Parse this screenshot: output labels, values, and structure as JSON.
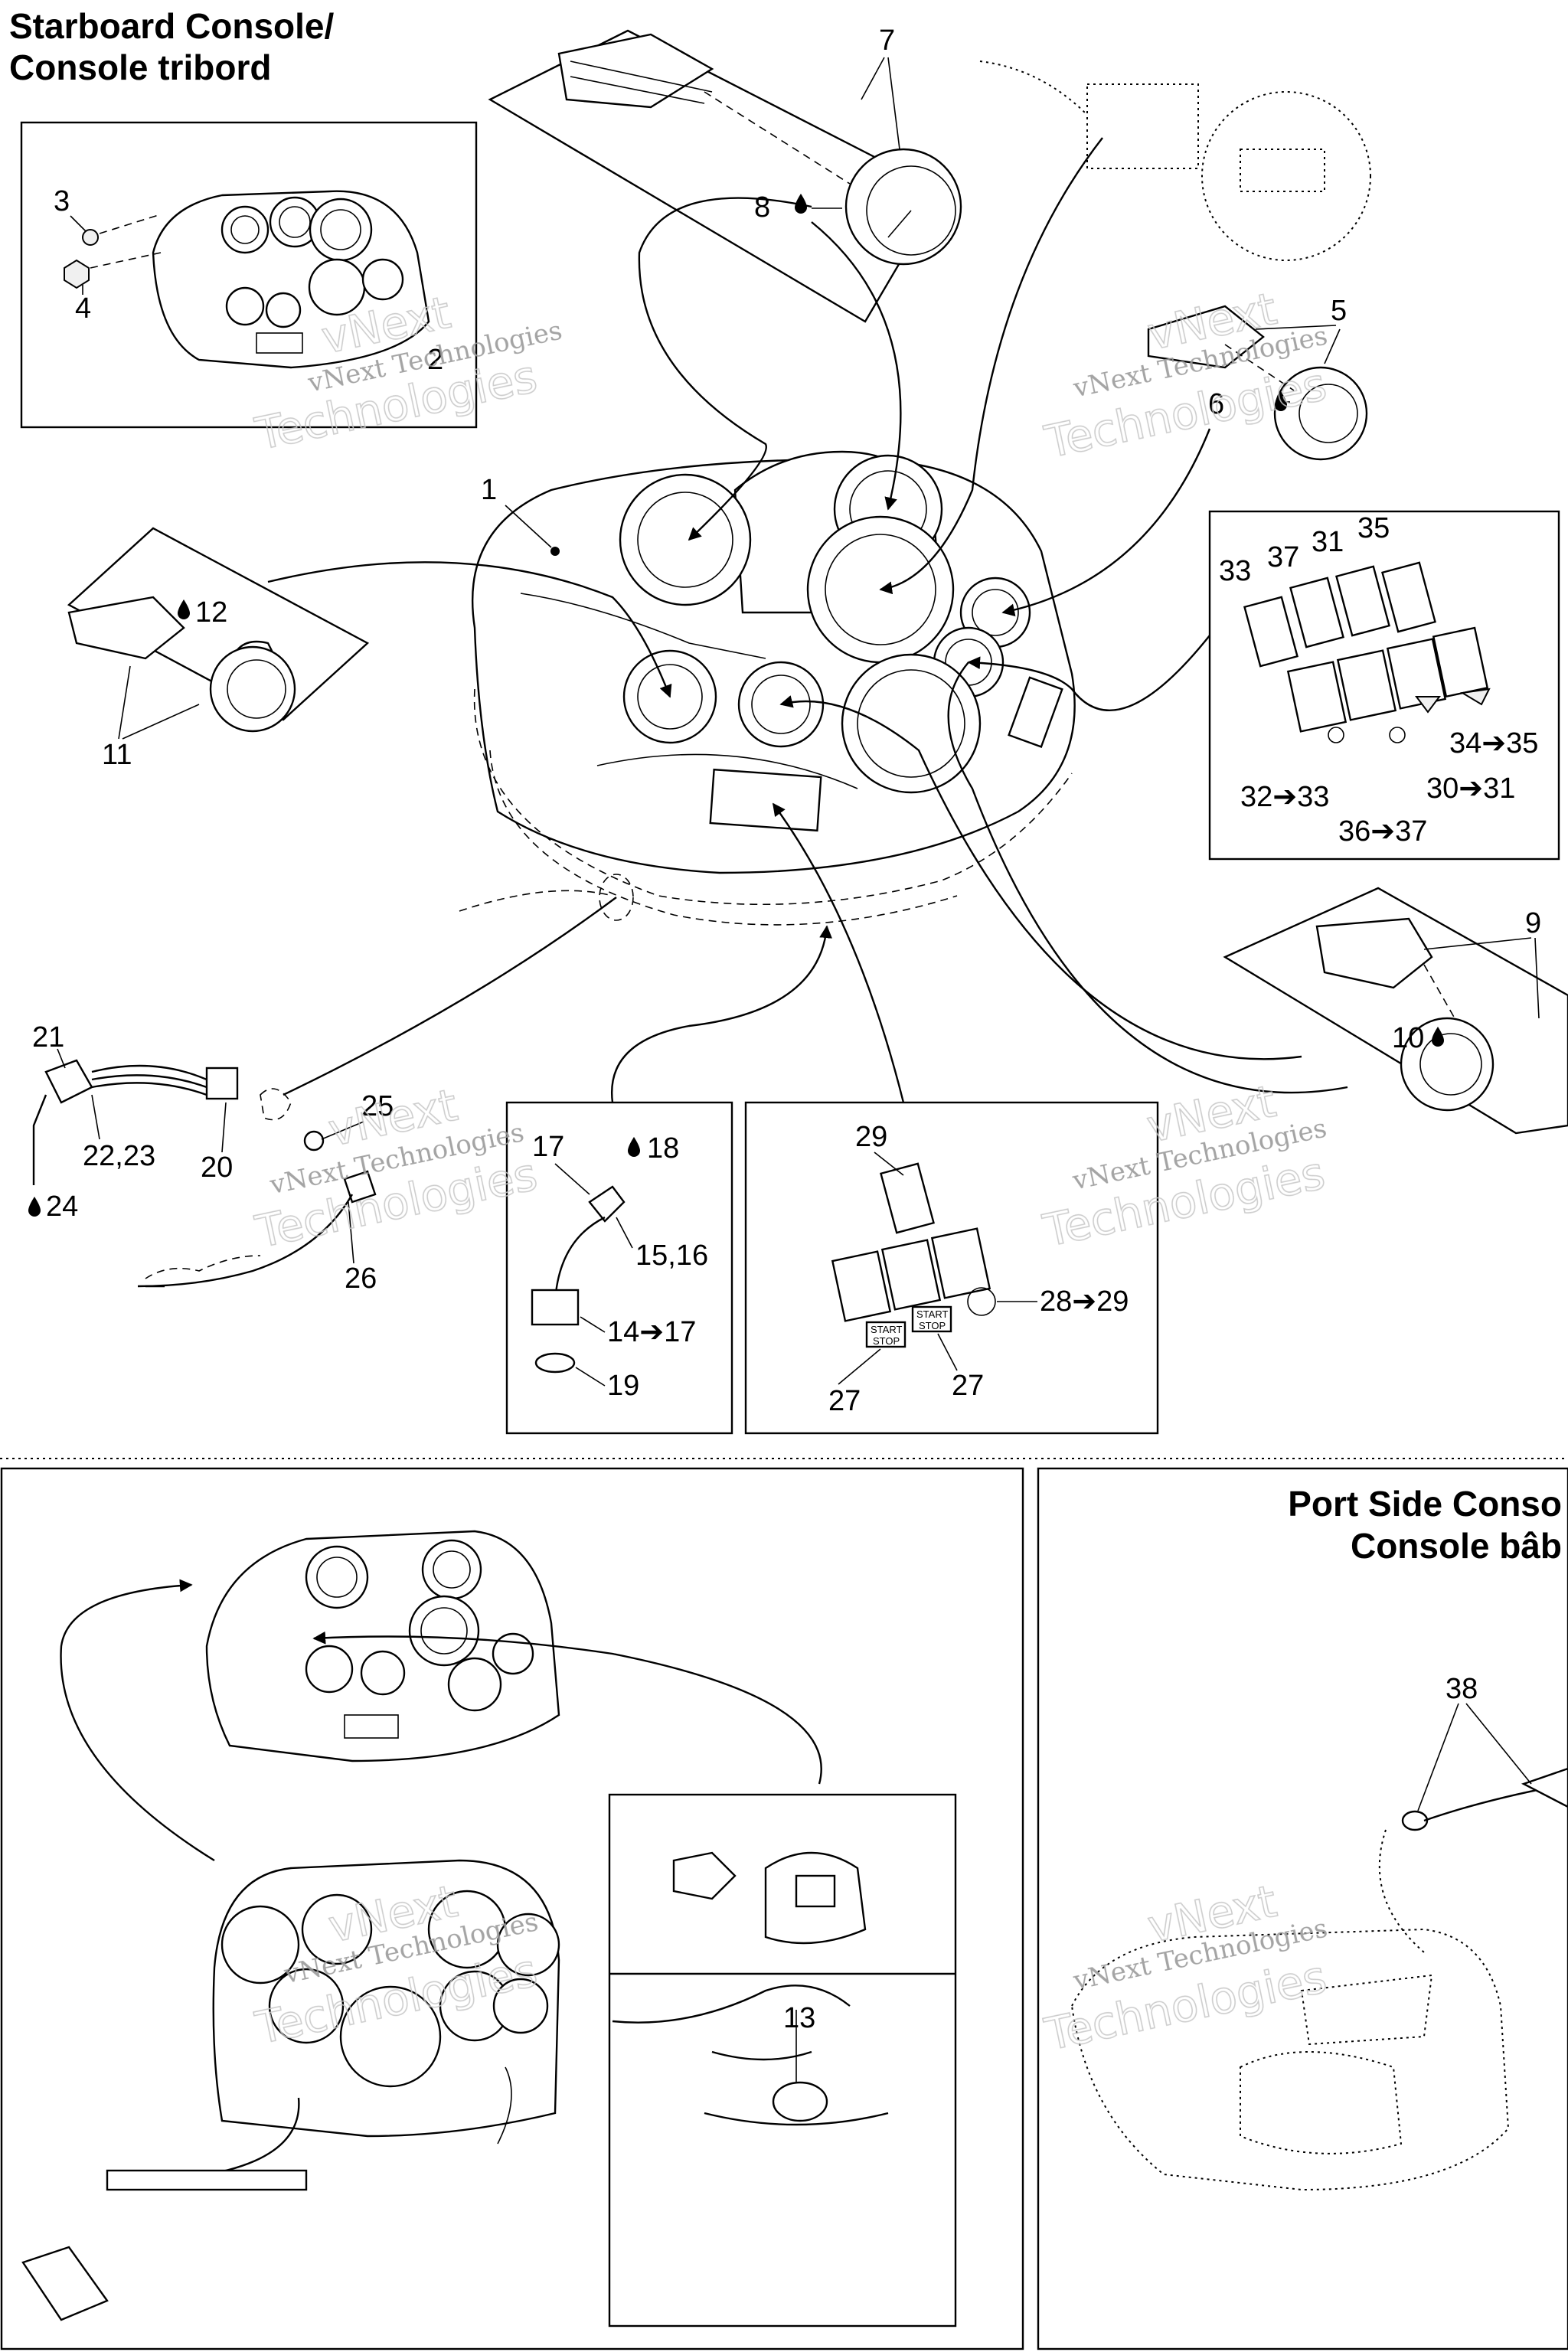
{
  "titles": {
    "starboard_line1": "Starboard Console/",
    "starboard_line2": "Console tribord",
    "port_line1": "Port Side Conso",
    "port_line2": "Console bâb"
  },
  "watermark": {
    "line1": "vNext",
    "line2": "vNext Technologies",
    "line3": "Technologies"
  },
  "callouts": {
    "c1": "1",
    "c2": "2",
    "c3": "3",
    "c4": "4",
    "c5": "5",
    "c6": "6",
    "c7": "7",
    "c8": "8",
    "c9": "9",
    "c10": "10",
    "c11": "11",
    "c12": "12",
    "c13": "13",
    "c14_17": "14➔17",
    "c15_16": "15,16",
    "c17": "17",
    "c18": "18",
    "c19": "19",
    "c20": "20",
    "c21": "21",
    "c22_23": "22,23",
    "c24": "24",
    "c25": "25",
    "c26": "26",
    "c27a": "27",
    "c27b": "27",
    "c28_29": "28➔29",
    "c29": "29",
    "c30_31": "30➔31",
    "c31": "31",
    "c32_33": "32➔33",
    "c33": "33",
    "c34_35": "34➔35",
    "c35": "35",
    "c36_37": "36➔37",
    "c37": "37",
    "c38": "38"
  },
  "switch_labels": {
    "start": "START",
    "stop": "STOP"
  }
}
